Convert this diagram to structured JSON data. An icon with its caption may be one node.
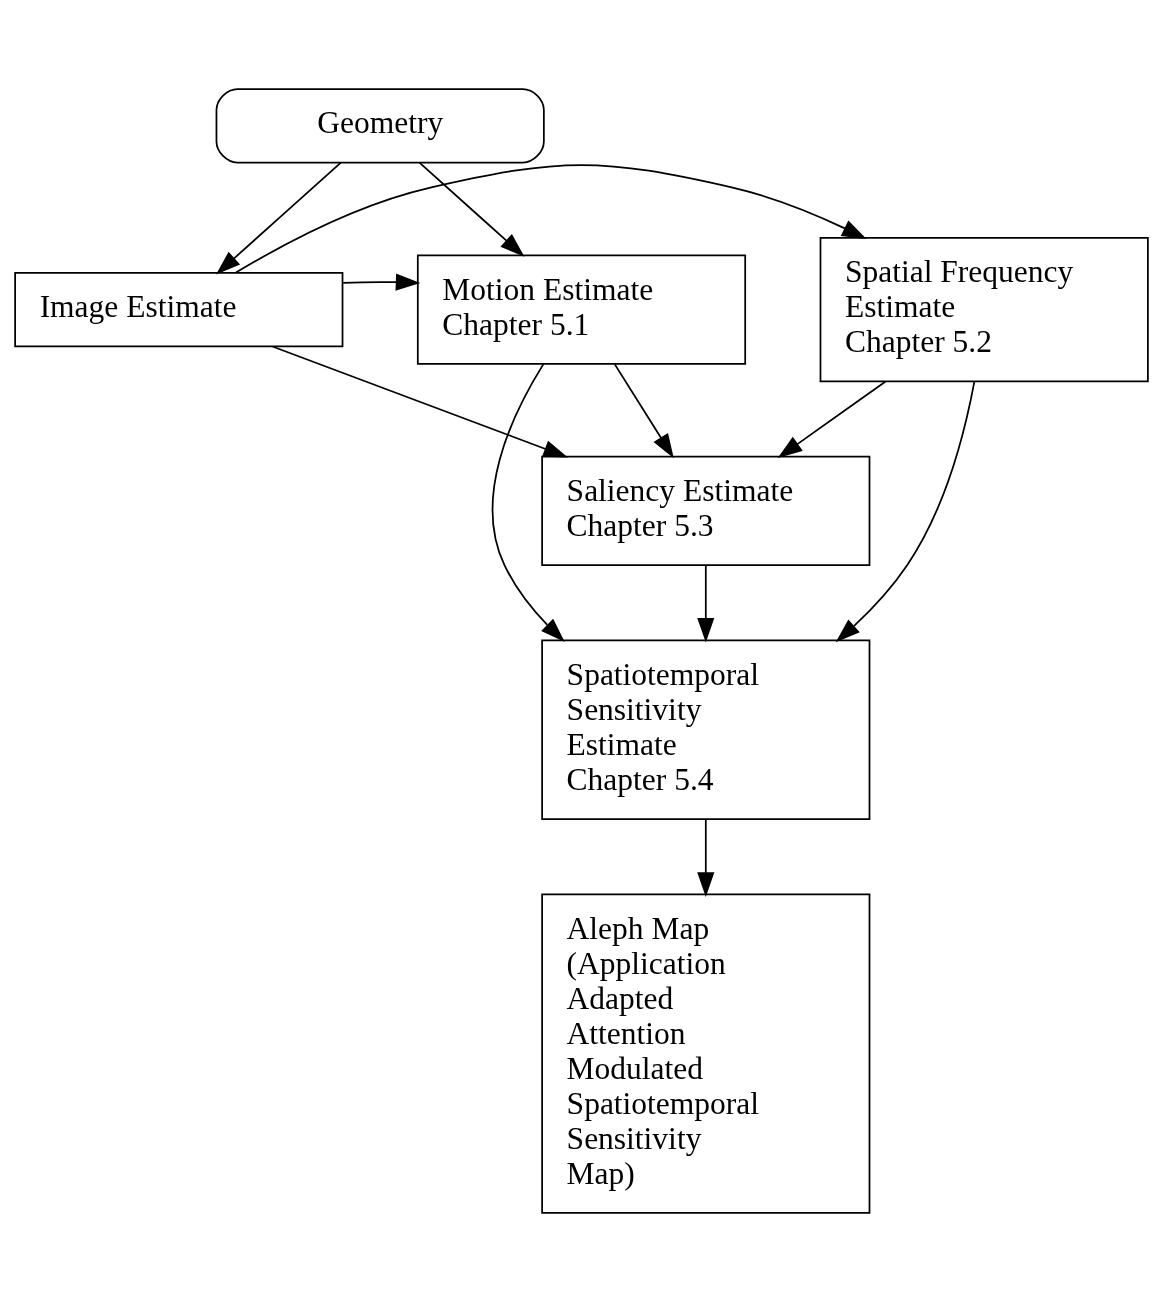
{
  "diagram": {
    "nodes": [
      {
        "text": [
          "Geometry"
        ]
      },
      {
        "text": [
          "Image Estimate"
        ]
      },
      {
        "text": [
          "Spatial Frequency Estimate",
          "Chapter 5.2"
        ]
      },
      {
        "text": [
          "Motion Estimate",
          "Chapter 5.1"
        ]
      },
      {
        "text": [
          "Saliency Estimate",
          "Chapter 5.3"
        ]
      },
      {
        "text": [
          "Spatiotemporal Sensitivity Estimate",
          "Chapter 5.4"
        ]
      },
      {
        "text": [
          "Aleph Map (Application Adapted Attention Modulated Spatiotemporal Sensitivity Map)"
        ]
      }
    ],
    "edges": [
      {
        "from": 0,
        "to": 1,
        "arrow": "to"
      },
      {
        "from": 0,
        "to": 3,
        "arrow": "to"
      },
      {
        "from": 1,
        "to": 2,
        "arrow": "to"
      },
      {
        "from": 1,
        "to": 3,
        "arrow": "to"
      },
      {
        "from": 1,
        "to": 4,
        "arrow": "to"
      },
      {
        "from": 2,
        "to": 4,
        "arrow": "to"
      },
      {
        "from": 3,
        "to": 4,
        "arrow": "to"
      },
      {
        "from": 2,
        "to": 5,
        "arrow": "to"
      },
      {
        "from": 3,
        "to": 5,
        "arrow": "to"
      },
      {
        "from": 4,
        "to": 5,
        "arrow": "to"
      },
      {
        "from": 5,
        "to": 6,
        "arrow": "to"
      }
    ]
  }
}
